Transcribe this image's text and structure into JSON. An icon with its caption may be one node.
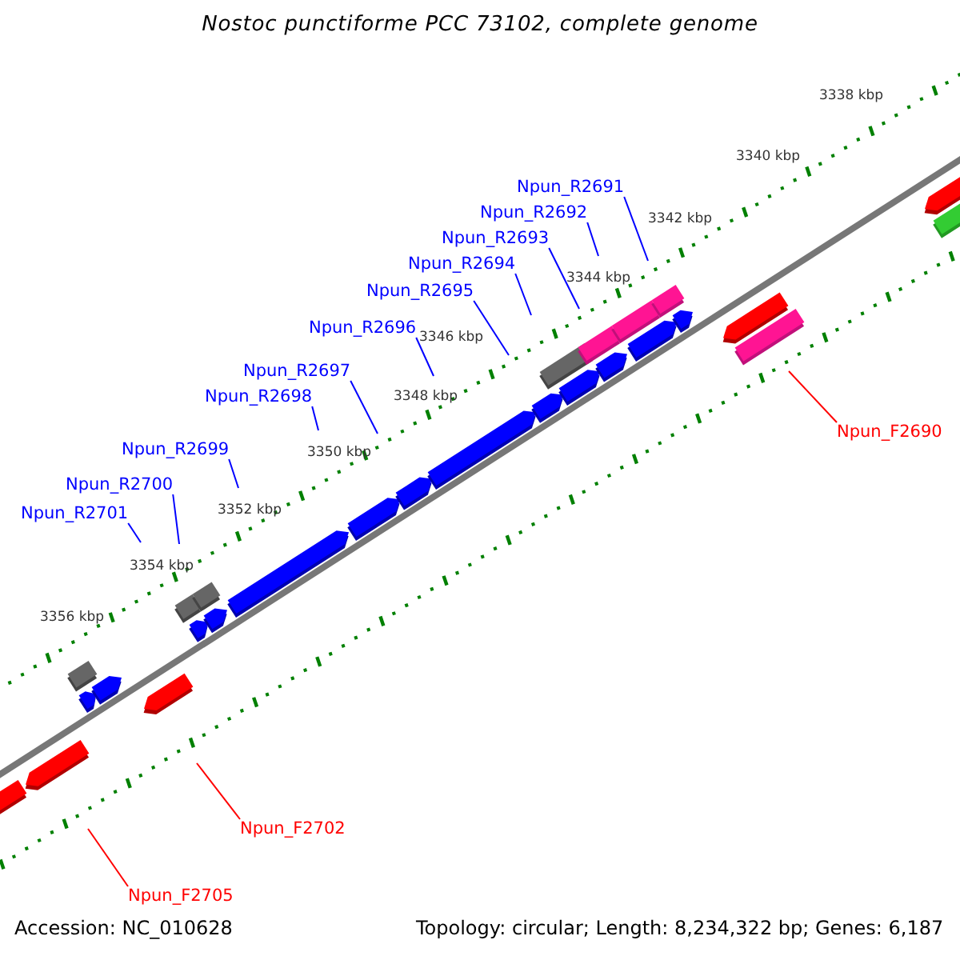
{
  "diagram": {
    "title": "Nostoc punctiforme PCC 73102, complete genome",
    "nodes": [
      {
        "text": [
          "Npun_R2691"
        ]
      },
      {
        "text": [
          "Npun_R2692"
        ]
      },
      {
        "text": [
          "Npun_R2693"
        ]
      },
      {
        "text": [
          "Npun_R2694"
        ]
      },
      {
        "text": [
          "Npun_R2695"
        ]
      },
      {
        "text": [
          "Npun_R2696"
        ]
      },
      {
        "text": [
          "Npun_R2697"
        ]
      },
      {
        "text": [
          "Npun_R2698"
        ]
      },
      {
        "text": [
          "Npun_R2699"
        ]
      },
      {
        "text": [
          "Npun_R2700"
        ]
      },
      {
        "text": [
          "Npun_R2701"
        ]
      },
      {
        "text": [
          "Npun_F2690"
        ]
      },
      {
        "text": [
          "Npun_F2702"
        ]
      },
      {
        "text": [
          "Npun_F2705"
        ]
      }
    ],
    "edges": [
      {
        "from": 0,
        "to": null,
        "arrow": "none"
      },
      {
        "from": 1,
        "to": null,
        "arrow": "none"
      },
      {
        "from": 2,
        "to": null,
        "arrow": "none"
      },
      {
        "from": 3,
        "to": null,
        "arrow": "none"
      },
      {
        "from": 4,
        "to": null,
        "arrow": "none"
      },
      {
        "from": 5,
        "to": null,
        "arrow": "none"
      },
      {
        "from": 6,
        "to": null,
        "arrow": "none"
      },
      {
        "from": 7,
        "to": null,
        "arrow": "none"
      },
      {
        "from": 8,
        "to": null,
        "arrow": "none"
      },
      {
        "from": 9,
        "to": null,
        "arrow": "none"
      },
      {
        "from": 10,
        "to": null,
        "arrow": "none"
      },
      {
        "from": 11,
        "to": null,
        "arrow": "none",
        "color": "#ff0000"
      },
      {
        "from": 12,
        "to": null,
        "arrow": "none",
        "color": "#ff0000"
      },
      {
        "from": 13,
        "to": null,
        "arrow": "none",
        "color": "#ff0000"
      }
    ],
    "labels": [
      "3338 kbp",
      "3340 kbp",
      "3342 kbp",
      "3344 kbp",
      "3346 kbp",
      "3348 kbp",
      "3350 kbp",
      "3352 kbp",
      "3354 kbp",
      "3356 kbp",
      "Accession: NC_010628",
      "Topology: circular; Length: 8,234,322 bp; Genes: 6,187"
    ]
  }
}
